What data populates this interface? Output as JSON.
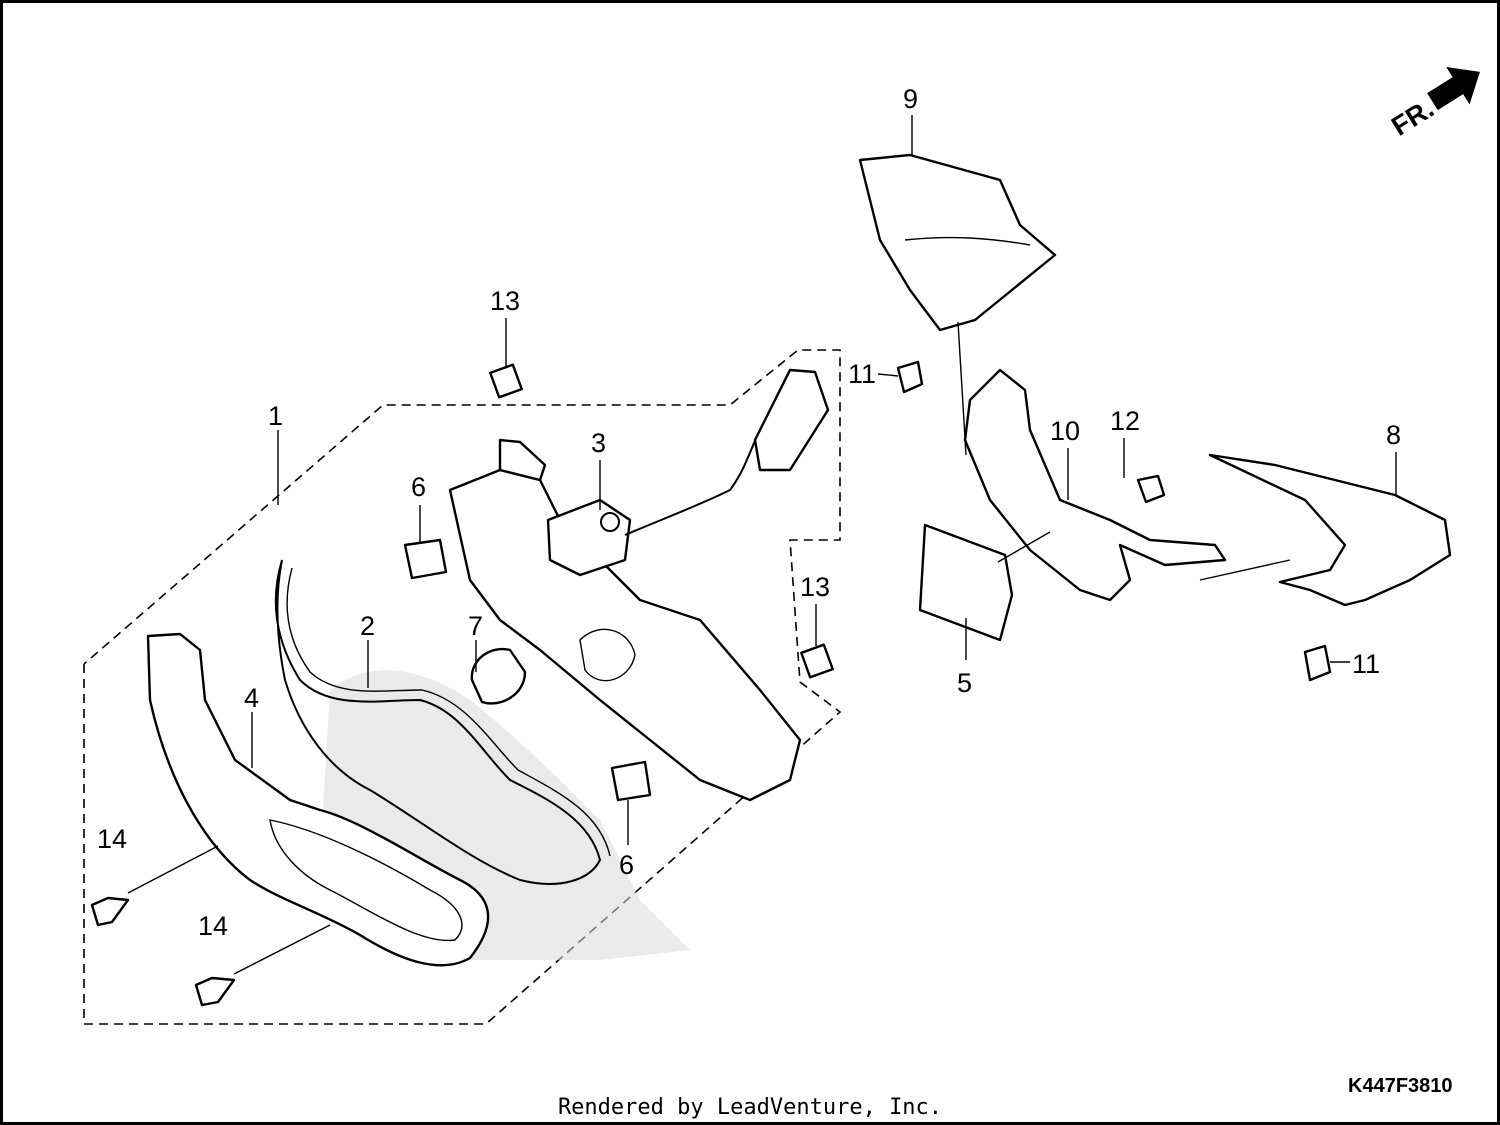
{
  "callouts": [
    "1",
    "2",
    "3",
    "4",
    "5",
    "6",
    "6",
    "7",
    "8",
    "9",
    "10",
    "11",
    "11",
    "12",
    "13",
    "13",
    "14",
    "14"
  ],
  "front_marker": "FR.",
  "diagram_code": "K447F3810",
  "credit": "Rendered by LeadVenture, Inc."
}
